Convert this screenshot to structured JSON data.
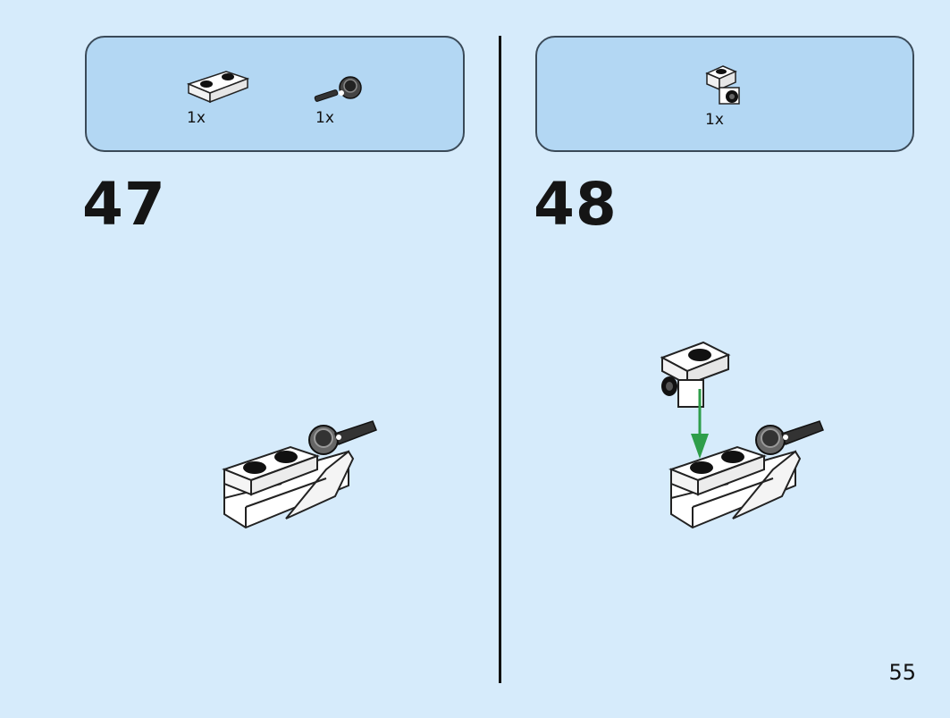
{
  "page": {
    "number": "55",
    "background": "#d6ebfb",
    "panel_color": "#b3d7f3"
  },
  "steps": [
    {
      "number": "47",
      "parts": [
        {
          "icon": "plate-1x2-white-icon",
          "qty": "1x"
        },
        {
          "icon": "plate-1x1-clip-dark-icon",
          "qty": "1x"
        }
      ]
    },
    {
      "number": "48",
      "parts": [
        {
          "icon": "bracket-1x1-white-icon",
          "qty": "1x"
        }
      ]
    }
  ],
  "colors": {
    "arrow": "#2e9e4a",
    "brick_white": "#ffffff",
    "stud_dark": "#111111"
  }
}
